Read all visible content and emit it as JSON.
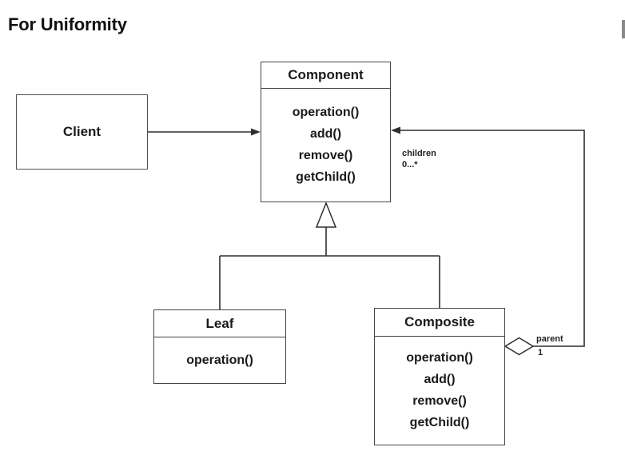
{
  "page": {
    "title": "For Uniformity"
  },
  "diagram": {
    "client": {
      "name": "Client"
    },
    "component": {
      "name": "Component",
      "methods": [
        "operation()",
        "add()",
        "remove()",
        "getChild()"
      ]
    },
    "leaf": {
      "name": "Leaf",
      "methods": [
        "operation()"
      ]
    },
    "composite": {
      "name": "Composite",
      "methods": [
        "operation()",
        "add()",
        "remove()",
        "getChild()"
      ]
    },
    "labels": {
      "children_role": "children",
      "children_multiplicity": "0...*",
      "parent_role": "parent",
      "parent_multiplicity": "1"
    },
    "colors": {
      "line": "#2f2f2f",
      "border": "#454545",
      "artifact_bar": "#8a8a8a"
    }
  }
}
